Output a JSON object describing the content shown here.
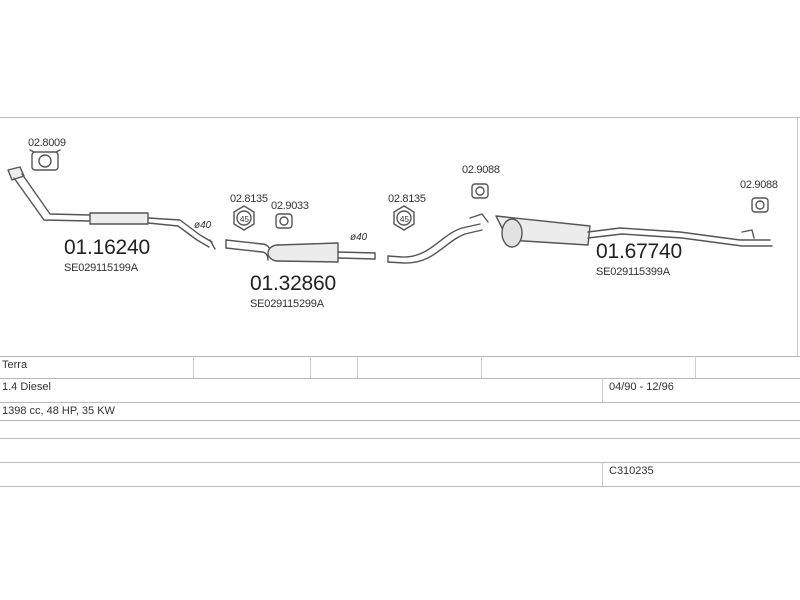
{
  "parts": {
    "front_pipe": {
      "number": "01.16240",
      "oe": "SE029115199A"
    },
    "center_muffler": {
      "number": "01.32860",
      "oe": "SE029115299A"
    },
    "rear_muffler": {
      "number": "01.67740",
      "oe": "SE029115399A"
    }
  },
  "accessories": [
    {
      "id": "clamp-front",
      "code": "02.8009"
    },
    {
      "id": "gasket-1",
      "code": "02.8135"
    },
    {
      "id": "hanger-1",
      "code": "02.9033"
    },
    {
      "id": "gasket-2",
      "code": "02.8135"
    },
    {
      "id": "hanger-2",
      "code": "02.9088"
    },
    {
      "id": "hanger-3",
      "code": "02.9088"
    }
  ],
  "joint_labels": {
    "diameter_1": "ø40",
    "diameter_2": "ø40"
  },
  "gasket_glyph": "45",
  "vehicle": {
    "model": "Terra",
    "engine": "1.4 Diesel",
    "years": "04/90 - 12/96",
    "specs": "1398 cc, 48 HP, 35 KW",
    "catalog_code": "C310235"
  },
  "colors": {
    "line": "#555555",
    "grid": "#b8b8b8",
    "fill": "#ececec"
  }
}
